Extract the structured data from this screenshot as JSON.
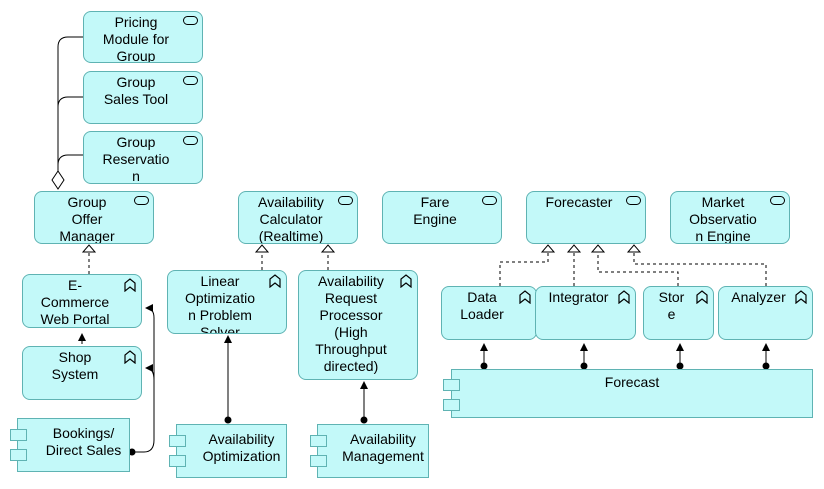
{
  "nodes": {
    "pricing_module": "Pricing\nModule for\nGroup",
    "group_sales_tool": "Group\nSales Tool",
    "group_reservation": "Group\nReservatio\nn",
    "group_offer_manager": "Group\nOffer\nManager",
    "availability_calculator": "Availability\nCalculator\n(Realtime)",
    "fare_engine": "Fare\nEngine",
    "forecaster": "Forecaster",
    "market_observation_engine": "Market\nObservatio\nn Engine",
    "ecommerce_web_portal": "E-\nCommerce\nWeb Portal",
    "shop_system": "Shop\nSystem",
    "bookings_direct_sales": "Bookings/\nDirect Sales",
    "linear_optimization": "Linear\nOptimizatio\nn Problem\nSolver",
    "availability_request_processor": "Availability\nRequest\nProcessor\n(High\nThroughput\ndirected)",
    "availability_optimization": "Availability\nOptimization",
    "availability_management": "Availability\nManagement",
    "data_loader": "Data\nLoader",
    "integrator": "Integrator",
    "store": "Stor\ne",
    "analyzer": "Analyzer",
    "forecast": "Forecast"
  }
}
